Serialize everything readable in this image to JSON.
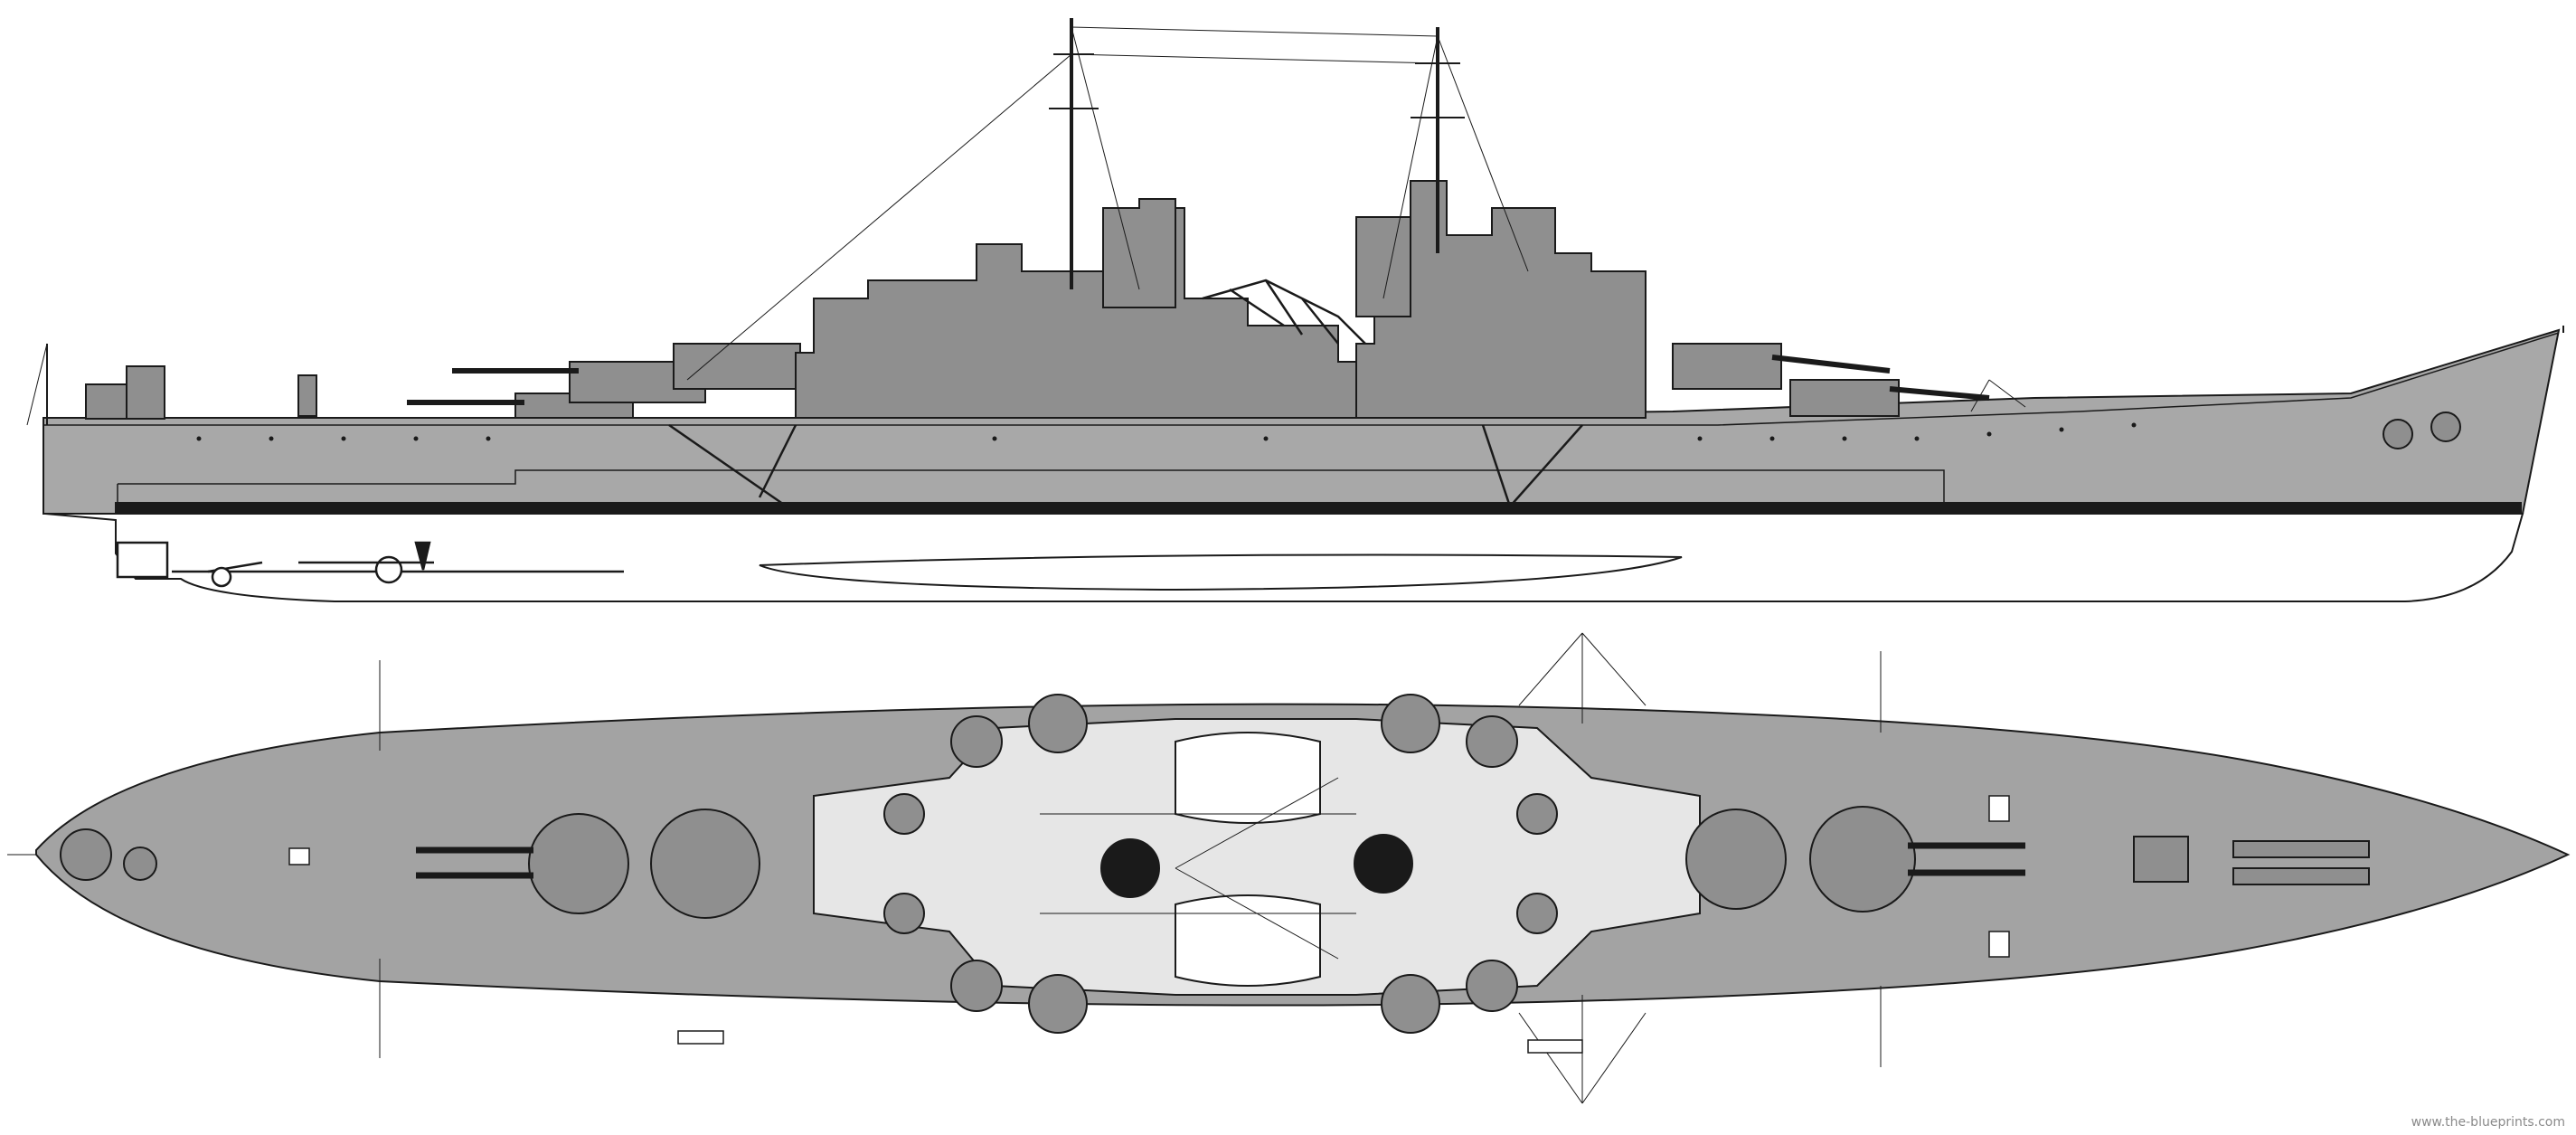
{
  "watermark": "www.the-blueprints.com",
  "colors": {
    "hull": "#a8a8a8",
    "deck": "#a3a3a3",
    "superstructure": "#8f8f8f",
    "line": "#1a1a1a",
    "paper": "#ffffff",
    "light": "#e6e6e6"
  },
  "views": [
    "side-profile",
    "top-plan"
  ]
}
